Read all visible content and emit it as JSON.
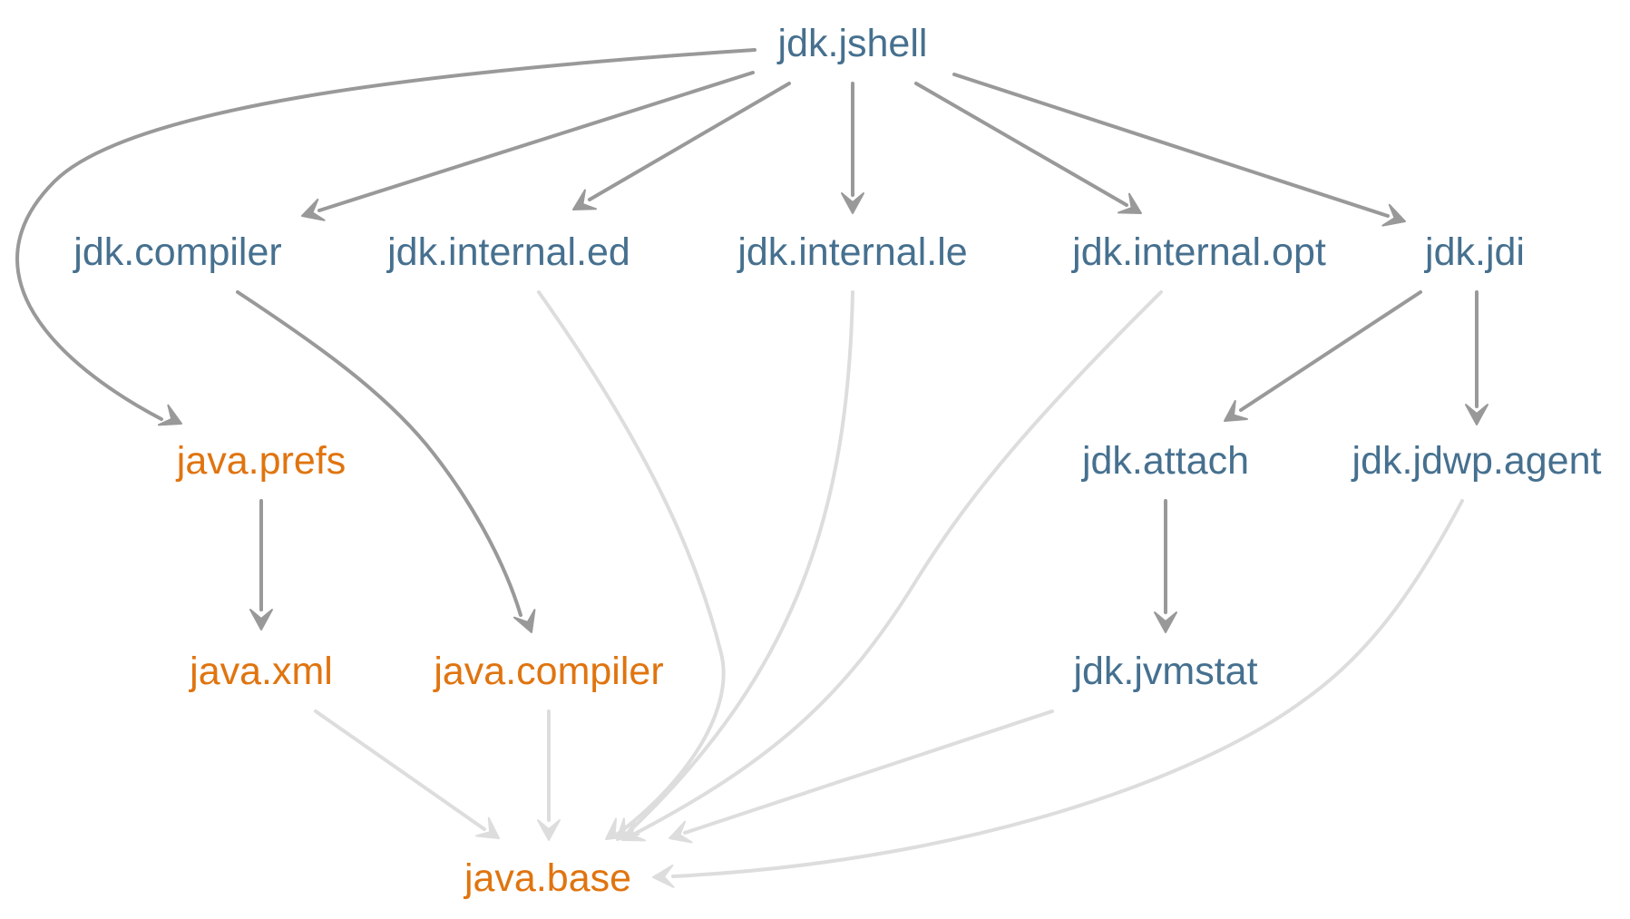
{
  "colors": {
    "jdk_module": "#46708f",
    "java_module": "#e0740f",
    "edge_direct": "#999999",
    "edge_base": "#dddddd"
  },
  "nodes": [
    {
      "id": "jdk_jshell",
      "label": "jdk.jshell",
      "kind": "jdk"
    },
    {
      "id": "jdk_compiler",
      "label": "jdk.compiler",
      "kind": "jdk"
    },
    {
      "id": "jdk_internal_ed",
      "label": "jdk.internal.ed",
      "kind": "jdk"
    },
    {
      "id": "jdk_internal_le",
      "label": "jdk.internal.le",
      "kind": "jdk"
    },
    {
      "id": "jdk_internal_opt",
      "label": "jdk.internal.opt",
      "kind": "jdk"
    },
    {
      "id": "jdk_jdi",
      "label": "jdk.jdi",
      "kind": "jdk"
    },
    {
      "id": "java_prefs",
      "label": "java.prefs",
      "kind": "java"
    },
    {
      "id": "jdk_attach",
      "label": "jdk.attach",
      "kind": "jdk"
    },
    {
      "id": "jdk_jdwp_agent",
      "label": "jdk.jdwp.agent",
      "kind": "jdk"
    },
    {
      "id": "java_xml",
      "label": "java.xml",
      "kind": "java"
    },
    {
      "id": "java_compiler",
      "label": "java.compiler",
      "kind": "java"
    },
    {
      "id": "jdk_jvmstat",
      "label": "jdk.jvmstat",
      "kind": "jdk"
    },
    {
      "id": "java_base",
      "label": "java.base",
      "kind": "java"
    }
  ],
  "edges": [
    {
      "from": "jdk_jshell",
      "to": "java_prefs",
      "style": "direct"
    },
    {
      "from": "jdk_jshell",
      "to": "jdk_compiler",
      "style": "direct"
    },
    {
      "from": "jdk_jshell",
      "to": "jdk_internal_ed",
      "style": "direct"
    },
    {
      "from": "jdk_jshell",
      "to": "jdk_internal_le",
      "style": "direct"
    },
    {
      "from": "jdk_jshell",
      "to": "jdk_internal_opt",
      "style": "direct"
    },
    {
      "from": "jdk_jshell",
      "to": "jdk_jdi",
      "style": "direct"
    },
    {
      "from": "jdk_compiler",
      "to": "java_compiler",
      "style": "direct"
    },
    {
      "from": "java_prefs",
      "to": "java_xml",
      "style": "direct"
    },
    {
      "from": "jdk_jdi",
      "to": "jdk_attach",
      "style": "direct"
    },
    {
      "from": "jdk_jdi",
      "to": "jdk_jdwp_agent",
      "style": "direct"
    },
    {
      "from": "jdk_attach",
      "to": "jdk_jvmstat",
      "style": "direct"
    },
    {
      "from": "jdk_internal_ed",
      "to": "java_base",
      "style": "base"
    },
    {
      "from": "jdk_internal_le",
      "to": "java_base",
      "style": "base"
    },
    {
      "from": "jdk_internal_opt",
      "to": "java_base",
      "style": "base"
    },
    {
      "from": "java_xml",
      "to": "java_base",
      "style": "base"
    },
    {
      "from": "java_compiler",
      "to": "java_base",
      "style": "base"
    },
    {
      "from": "jdk_jvmstat",
      "to": "java_base",
      "style": "base"
    },
    {
      "from": "jdk_jdwp_agent",
      "to": "java_base",
      "style": "base"
    }
  ]
}
